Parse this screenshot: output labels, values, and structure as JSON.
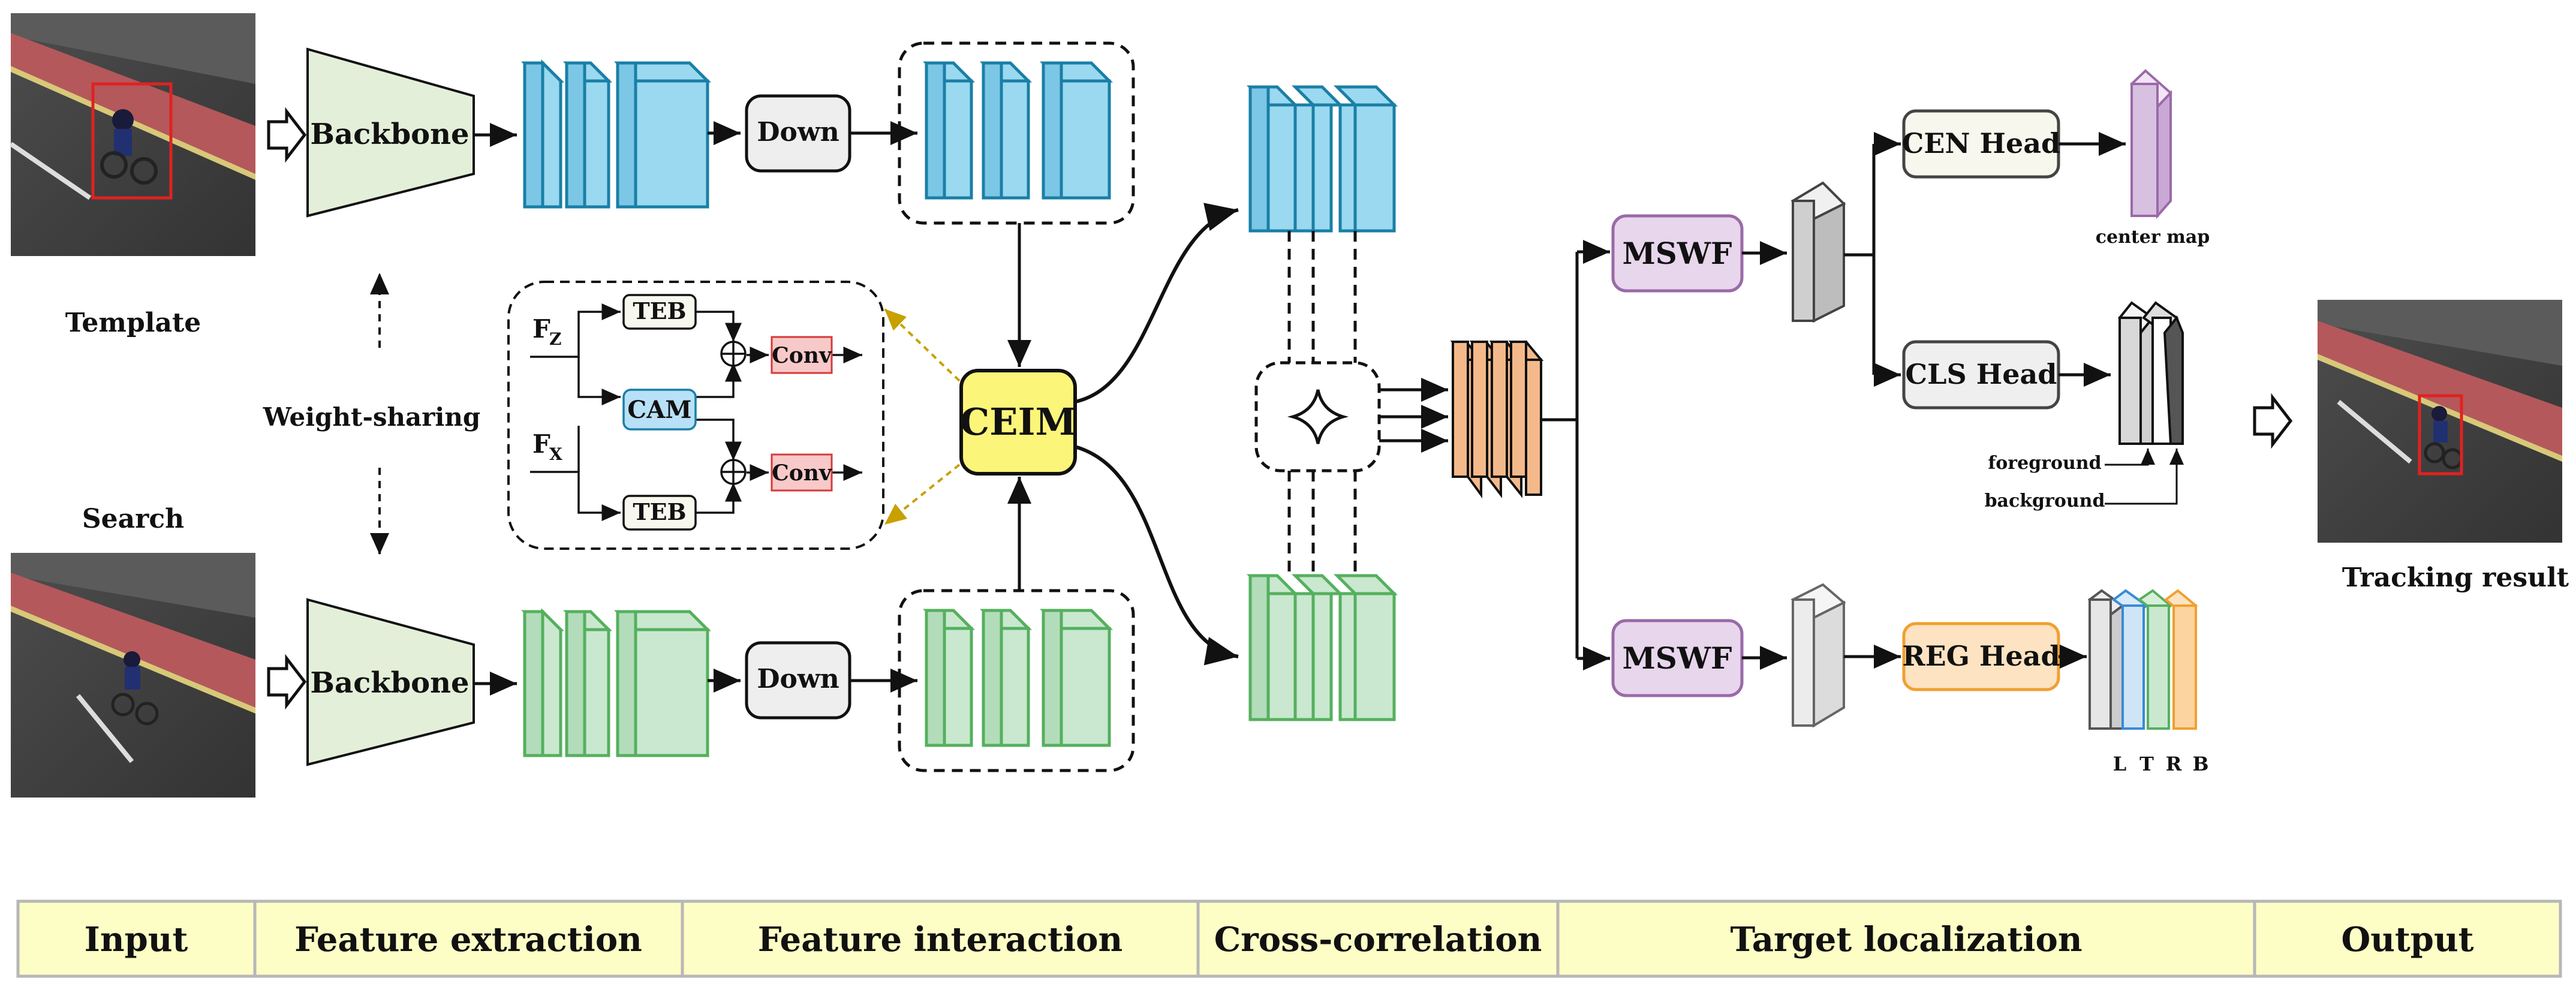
{
  "labels": {
    "template": "Template",
    "search": "Search",
    "weight_sharing": "Weight-sharing",
    "backbone_top": "Backbone",
    "backbone_bottom": "Backbone",
    "down_top": "Down",
    "down_bottom": "Down",
    "ceim": "CEIM",
    "teb_top": "TEB",
    "teb_bottom": "TEB",
    "cam": "CAM",
    "conv_top": "Conv",
    "conv_bottom": "Conv",
    "fz_main": "F",
    "fz_sub": "Z",
    "fx_main": "F",
    "fx_sub": "X",
    "mswf_top": "MSWF",
    "mswf_bottom": "MSWF",
    "cen_head": "CEN Head",
    "cls_head": "CLS Head",
    "reg_head": "REG Head",
    "center_map": "center map",
    "foreground": "foreground",
    "background": "background",
    "tracking_result": "Tracking result",
    "ltrb": [
      "L",
      "T",
      "R",
      "B"
    ]
  },
  "stages": [
    "Input",
    "Feature extraction",
    "Feature interaction",
    "Cross-correlation",
    "Target localization",
    "Output"
  ],
  "colors": {
    "blue_fill": "#9ad9f0",
    "blue_stroke": "#1a7fa6",
    "green_fill": "#c9e8cf",
    "green_stroke": "#55b05e",
    "backbone_fill": "#e3efd9",
    "ceim_fill": "#fbf57a",
    "mswf_fill": "#e8d6ec",
    "mswf_stroke": "#9a6aa8",
    "head_fill": "#f8f7ee",
    "reg_fill": "#fde3c2",
    "reg_stroke": "#f0a030",
    "orange_fill": "#f4b98a",
    "stage_fill": "#fdfdc6",
    "stage_stroke": "#b7b7b7"
  }
}
